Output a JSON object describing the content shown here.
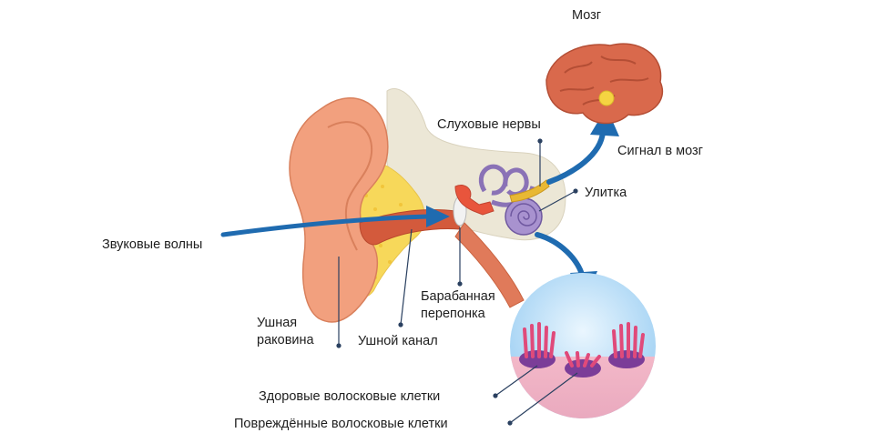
{
  "diagram": {
    "labels": {
      "brain": "Мозг",
      "auditory_nerves": "Слуховые нервы",
      "signal_to_brain": "Сигнал в мозг",
      "cochlea": "Улитка",
      "sound_waves": "Звуковые волны",
      "eardrum_line1": "Барабанная",
      "eardrum_line2": "перепонка",
      "auricle_line1": "Ушная",
      "auricle_line2": "раковина",
      "ear_canal": "Ушной канал",
      "healthy_hair_cells": "Здоровые волосковые клетки",
      "damaged_hair_cells": "Повреждённые волосковые клетки"
    },
    "colors": {
      "arrow_blue": "#1f6bb0",
      "skin": "#f2a07e",
      "brain": "#d9694c",
      "bone": "#ece7d6",
      "fat_yellow": "#f7d85a",
      "canal_red": "#d35a3c",
      "cochlea_purple": "#8a72b6",
      "nerve_yellow": "#e8b834",
      "signal_dot": "#f5d442",
      "hair_cell_pink": "#e04a7a",
      "hair_cell_base": "#7b3d98",
      "circle_sky": "#cfe8fa",
      "line": "#2a4060"
    }
  }
}
